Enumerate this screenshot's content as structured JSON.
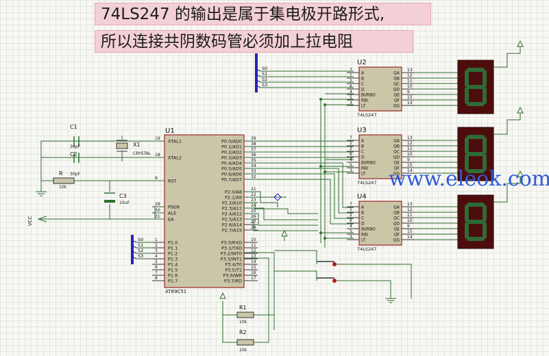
{
  "captions": {
    "line1": "74LS247 的输出是属于集电极开路形式,",
    "line2": "所以连接共阴数码管必须加上拉电阻"
  },
  "watermark": "www.eleok.com",
  "colors": {
    "chip_fill": "#cbc6a8",
    "chip_border": "#9c2828",
    "wire": "#2c6e2c",
    "display_bg": "#4d0d0d",
    "segment_on": "#2f6b36",
    "bus": "#2424b4",
    "caption_bg": "#f3d0d6",
    "watermark": "#2f5bd6"
  },
  "mcu": {
    "ref": "U1",
    "part": "AT89C51",
    "left_pins": [
      {
        "num": "19",
        "name": "XTAL1"
      },
      {
        "num": "18",
        "name": "XTAL2"
      },
      {
        "num": "9",
        "name": "RST"
      },
      {
        "num": "29",
        "name": "PSEN"
      },
      {
        "num": "30",
        "name": "ALE"
      },
      {
        "num": "31",
        "name": "EA"
      },
      {
        "num": "1",
        "name": "P1.0"
      },
      {
        "num": "2",
        "name": "P1.1"
      },
      {
        "num": "3",
        "name": "P1.2"
      },
      {
        "num": "4",
        "name": "P1.3"
      },
      {
        "num": "5",
        "name": "P1.4"
      },
      {
        "num": "6",
        "name": "P1.5"
      },
      {
        "num": "7",
        "name": "P1.6"
      },
      {
        "num": "8",
        "name": "P1.7"
      }
    ],
    "right_pins": [
      {
        "num": "39",
        "name": "P0.0/AD0"
      },
      {
        "num": "38",
        "name": "P0.1/AD1"
      },
      {
        "num": "37",
        "name": "P0.2/AD2"
      },
      {
        "num": "36",
        "name": "P0.3/AD3"
      },
      {
        "num": "35",
        "name": "P0.4/AD4"
      },
      {
        "num": "34",
        "name": "P0.5/AD5"
      },
      {
        "num": "33",
        "name": "P0.6/AD6"
      },
      {
        "num": "32",
        "name": "P0.7/AD7"
      },
      {
        "num": "21",
        "name": "P2.0/A8"
      },
      {
        "num": "22",
        "name": "P2.1/A9"
      },
      {
        "num": "23",
        "name": "P2.2/A10"
      },
      {
        "num": "24",
        "name": "P2.3/A11"
      },
      {
        "num": "25",
        "name": "P2.4/A12"
      },
      {
        "num": "26",
        "name": "P2.5/A13"
      },
      {
        "num": "27",
        "name": "P2.6/A14"
      },
      {
        "num": "28",
        "name": "P2.7/A15"
      },
      {
        "num": "10",
        "name": "P3.0/RXD"
      },
      {
        "num": "11",
        "name": "P3.1/TXD"
      },
      {
        "num": "12",
        "name": "P3.2/INT0"
      },
      {
        "num": "13",
        "name": "P3.3/INT1"
      },
      {
        "num": "14",
        "name": "P3.4/T0"
      },
      {
        "num": "15",
        "name": "P3.5/T1"
      },
      {
        "num": "16",
        "name": "P3.6/WR"
      },
      {
        "num": "17",
        "name": "P3.7/RD"
      }
    ]
  },
  "decoders": [
    {
      "ref": "U2",
      "part": "74LS247"
    },
    {
      "ref": "U3",
      "part": "74LS247"
    },
    {
      "ref": "U4",
      "part": "74LS247"
    }
  ],
  "decoder_pins": {
    "inputs": [
      {
        "num": "7",
        "name": "A"
      },
      {
        "num": "1",
        "name": "B"
      },
      {
        "num": "2",
        "name": "C"
      },
      {
        "num": "6",
        "name": "D"
      },
      {
        "num": "4",
        "name": "BI/RBO"
      },
      {
        "num": "5",
        "name": "RBI"
      },
      {
        "num": "3",
        "name": "LT"
      }
    ],
    "outputs": [
      {
        "num": "13",
        "name": "QA"
      },
      {
        "num": "12",
        "name": "QB"
      },
      {
        "num": "11",
        "name": "QC"
      },
      {
        "num": "10",
        "name": "QD"
      },
      {
        "num": "9",
        "name": "QE"
      },
      {
        "num": "15",
        "name": "QF"
      },
      {
        "num": "14",
        "name": "QG"
      }
    ]
  },
  "display_digit": "8",
  "bus_labels_top": [
    "S0",
    "S1",
    "S2",
    "S3"
  ],
  "bus_labels_left": [
    "S0",
    "S1",
    "S2",
    "S3"
  ],
  "components": {
    "c1": {
      "ref": "C1",
      "value": "30pF"
    },
    "c2": {
      "ref": "C2",
      "value": "30pF"
    },
    "x1": {
      "ref": "X1",
      "value": "CRYSTAL"
    },
    "r": {
      "ref": "R",
      "value": "10k"
    },
    "c3": {
      "ref": "C3",
      "value": "10uF"
    },
    "r1": {
      "ref": "R1",
      "value": "10k"
    },
    "r2": {
      "ref": "R2",
      "value": "10k"
    }
  },
  "vcc_label": "VCC"
}
